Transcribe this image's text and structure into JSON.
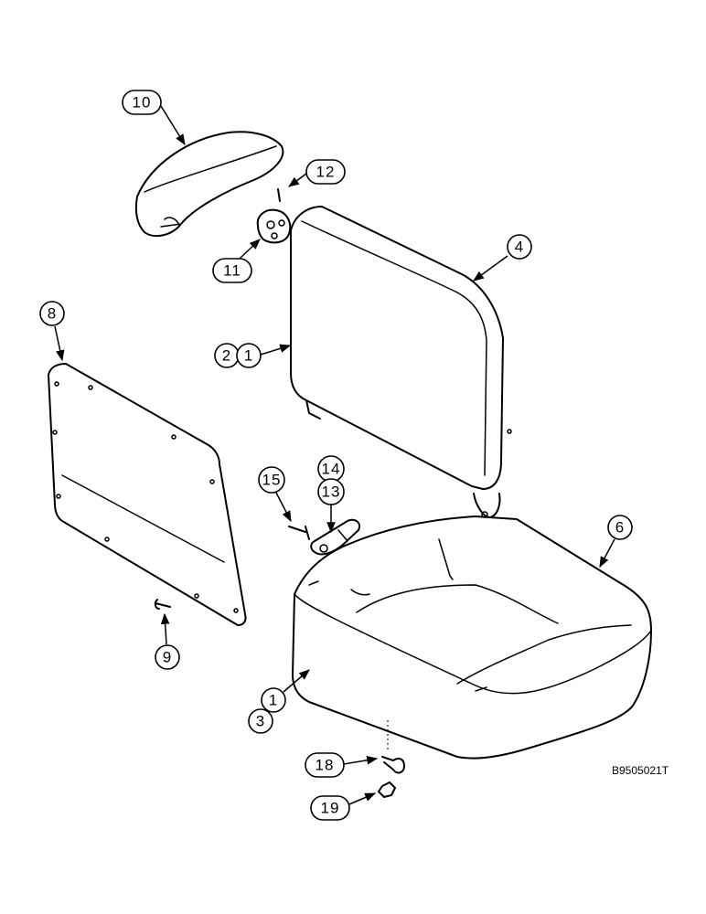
{
  "figure_code": "B9505021T",
  "callouts": {
    "c1_backrest": "1",
    "c2": "2",
    "c1_cushion": "1",
    "c3": "3",
    "c4": "4",
    "c6": "6",
    "c8": "8",
    "c9": "9",
    "c10": "10",
    "c11": "11",
    "c12": "12",
    "c13": "13",
    "c14": "14",
    "c15": "15",
    "c18": "18",
    "c19": "19"
  }
}
